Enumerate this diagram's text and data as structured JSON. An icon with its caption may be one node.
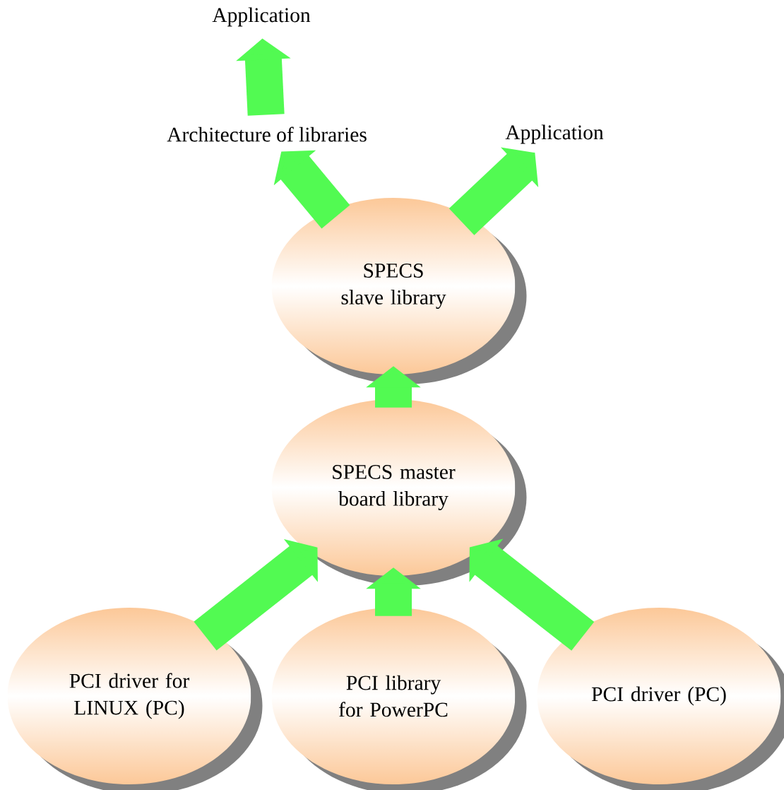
{
  "diagram": {
    "nodes": [
      {
        "text": [
          "Application"
        ]
      },
      {
        "text": [
          "Architecture of libraries"
        ]
      },
      {
        "text": [
          "Application"
        ]
      },
      {
        "text": [
          "SPECS slave library"
        ]
      },
      {
        "text": [
          "SPECS master board library"
        ]
      },
      {
        "text": [
          "PCI driver for LINUX (PC)"
        ]
      },
      {
        "text": [
          "PCI library for PowerPC"
        ]
      },
      {
        "text": [
          "PCI driver (PC)"
        ]
      }
    ],
    "edges": [
      {
        "from": 1,
        "to": 0,
        "arrow": "to"
      },
      {
        "from": 3,
        "to": 1,
        "arrow": "to"
      },
      {
        "from": 3,
        "to": 2,
        "arrow": "to"
      },
      {
        "from": 4,
        "to": 3,
        "arrow": "to"
      },
      {
        "from": 5,
        "to": 4,
        "arrow": "to"
      },
      {
        "from": 6,
        "to": 4,
        "arrow": "to"
      },
      {
        "from": 7,
        "to": 4,
        "arrow": "to"
      }
    ]
  }
}
